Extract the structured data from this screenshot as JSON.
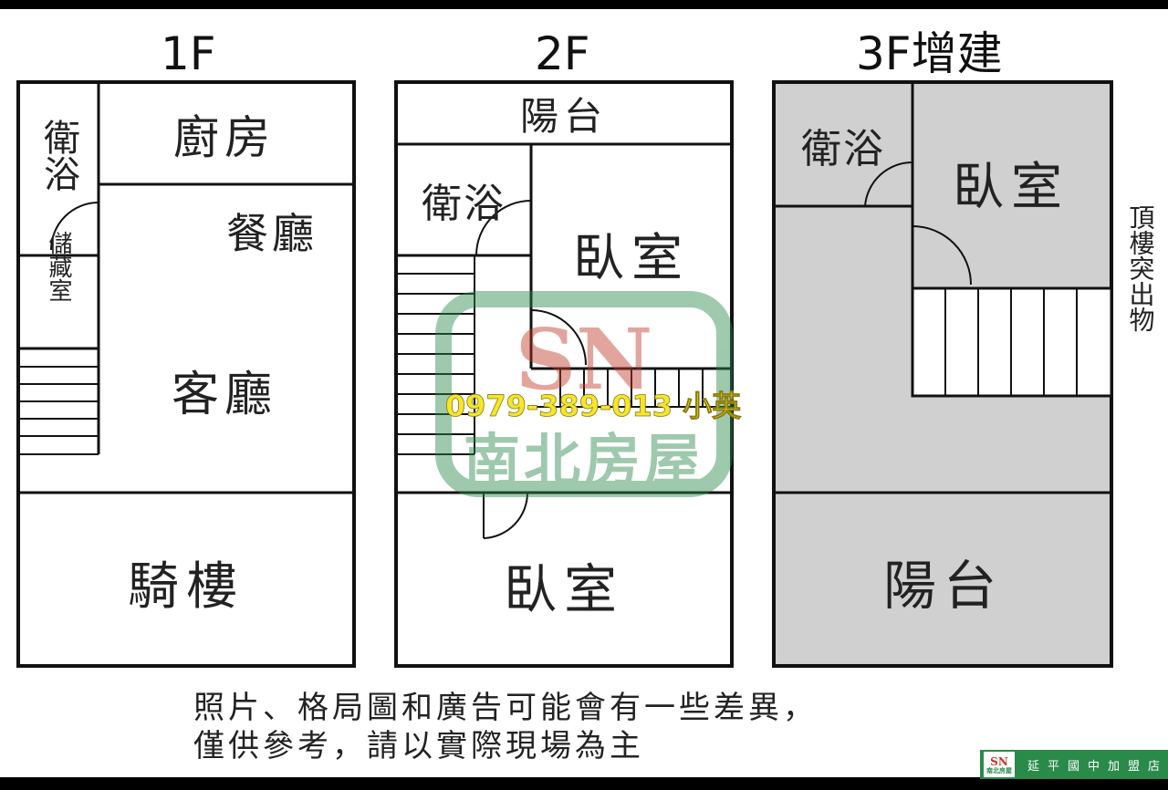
{
  "floors": {
    "f1": {
      "title": "1F",
      "rooms": {
        "bath": "衛浴",
        "kitchen": "廚房",
        "dining": "餐廳",
        "storage": "儲藏室",
        "living": "客廳",
        "arcade": "騎樓"
      }
    },
    "f2": {
      "title": "2F",
      "rooms": {
        "balcony": "陽台",
        "bath": "衛浴",
        "bedroom_upper": "臥室",
        "bedroom_lower": "臥室"
      }
    },
    "f3": {
      "title": "3F增建",
      "rooms": {
        "bath": "衛浴",
        "bedroom": "臥室",
        "balcony": "陽台"
      },
      "side_note": "頂樓突出物"
    }
  },
  "watermark": {
    "logo_letters": "SN",
    "company": "南北房屋",
    "contact": "0979-389-013  小英"
  },
  "disclaimer": {
    "line1": "照片、格局圖和廣告可能會有一些差異，",
    "line2": "僅供參考，請以實際現場為主"
  },
  "footer": {
    "logo_letters": "SN",
    "logo_company": "南北房屋",
    "branch": "延平國中加盟店"
  },
  "colors": {
    "wall": "#111111",
    "extension_fill": "#d0d0d0",
    "watermark_green": "#2a8a4a",
    "watermark_red": "#c0392b",
    "contact_yellow": "#f5e62a"
  }
}
